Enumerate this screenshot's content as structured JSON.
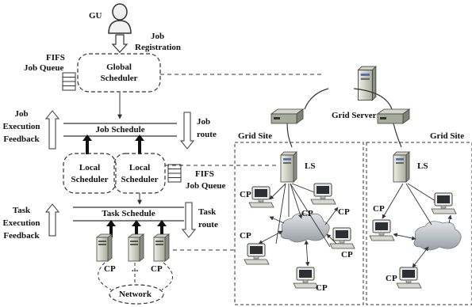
{
  "labels": {
    "gu": "GU",
    "job_registration_line1": "Job",
    "job_registration_line2": "Registration",
    "fifs_top_line1": "FIFS",
    "fifs_top_line2": "Job Queue",
    "global_scheduler_line1": "Global",
    "global_scheduler_line2": "Scheduler",
    "job_exec_feedback_line1": "Job",
    "job_exec_feedback_line2": "Execution",
    "job_exec_feedback_line3": "Feedback",
    "job_schedule": "Job Schedule",
    "job_route_line1": "Job",
    "job_route_line2": "route",
    "local_scheduler_1_line1": "Local",
    "local_scheduler_1_line2": "Scheduler",
    "local_scheduler_2_line1": "Local",
    "local_scheduler_2_line2": "Scheduler",
    "fifs_bottom_line1": "FIFS",
    "fifs_bottom_line2": "Job Queue",
    "task_exec_feedback_line1": "Task",
    "task_exec_feedback_line2": "Execution",
    "task_exec_feedback_line3": "Feedback",
    "task_schedule": "Task Schedule",
    "task_route_line1": "Task",
    "task_route_line2": "route",
    "cp_left": "CP",
    "cp_dots": "...",
    "cp_right": "CP",
    "network": "Network",
    "grid_server": "Grid Server",
    "grid_site_1": "Grid Site",
    "grid_site_2": "Grid Site",
    "ls_1": "LS",
    "ls_2": "LS",
    "site1_cp_a": "CP",
    "site1_cp_b": "CP",
    "site1_cp_c": "CP",
    "site1_cp_d": "CP",
    "site1_cp_e": "CP",
    "site1_cp_f": "CP",
    "site2_cp_a": "CP",
    "site2_cp_b": "CP"
  },
  "colors": {
    "line": "#333333",
    "server_body": "#d9dccc",
    "monitor_screen": "#2b2f36",
    "cloud": "#b9bec4"
  }
}
